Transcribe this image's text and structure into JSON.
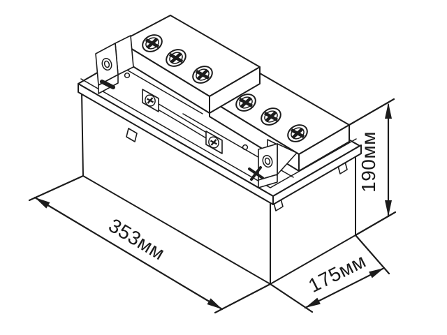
{
  "dimensions": {
    "length": "353мм",
    "width": "175мм",
    "height": "190мм"
  },
  "polarity": {
    "positive": "+",
    "negative": "−"
  },
  "colors": {
    "line": "#1c1c1c",
    "background": "#ffffff"
  }
}
